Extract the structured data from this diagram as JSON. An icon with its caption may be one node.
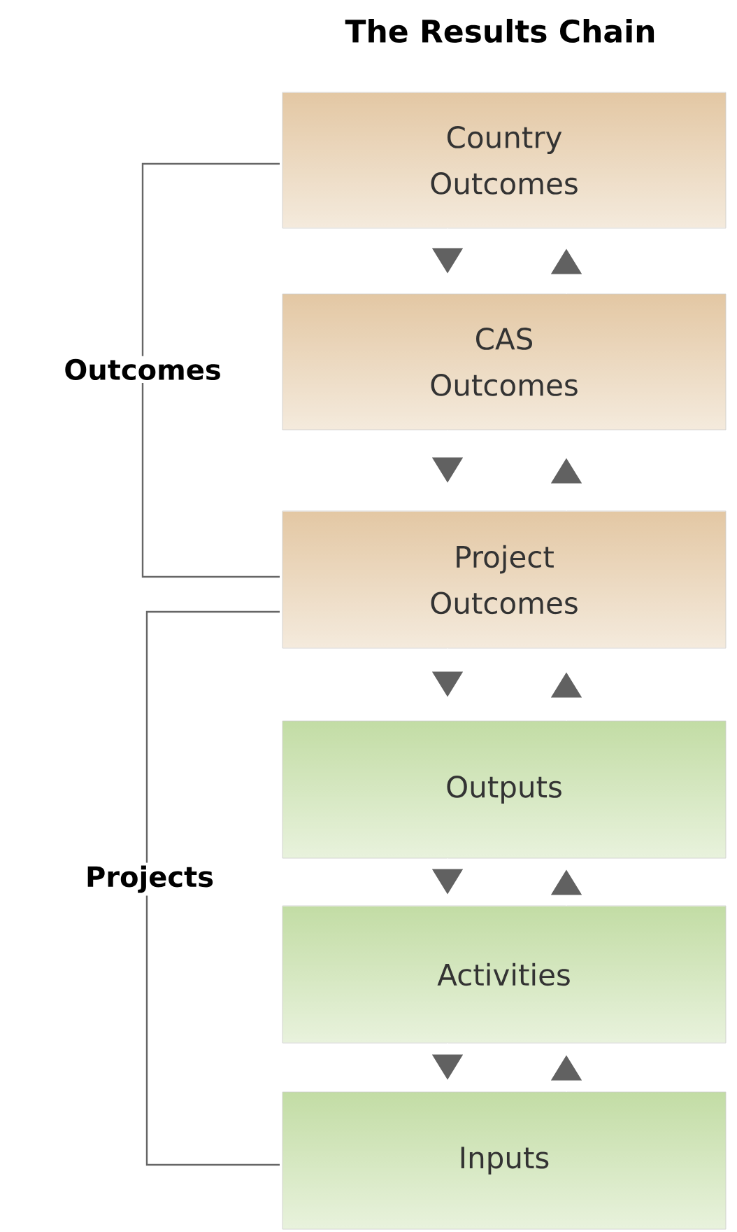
{
  "diagram": {
    "title": "The Results Chain",
    "nodes": [
      {
        "text": [
          "Country Outcomes"
        ]
      },
      {
        "text": [
          "CAS Outcomes"
        ]
      },
      {
        "text": [
          "Project Outcomes"
        ]
      },
      {
        "text": [
          "Outputs"
        ]
      },
      {
        "text": [
          "Activities"
        ]
      },
      {
        "text": [
          "Inputs"
        ]
      }
    ],
    "edges": [
      {
        "from": 0,
        "to": 1,
        "arrow": "to"
      },
      {
        "from": 1,
        "to": 0,
        "arrow": "to"
      },
      {
        "from": 1,
        "to": 2,
        "arrow": "to"
      },
      {
        "from": 2,
        "to": 1,
        "arrow": "to"
      },
      {
        "from": 2,
        "to": 3,
        "arrow": "to"
      },
      {
        "from": 3,
        "to": 2,
        "arrow": "to"
      },
      {
        "from": 3,
        "to": 4,
        "arrow": "to"
      },
      {
        "from": 4,
        "to": 3,
        "arrow": "to"
      },
      {
        "from": 4,
        "to": 5,
        "arrow": "to"
      },
      {
        "from": 5,
        "to": 4,
        "arrow": "to"
      }
    ],
    "labels": [
      "Outcomes",
      "Projects"
    ]
  }
}
